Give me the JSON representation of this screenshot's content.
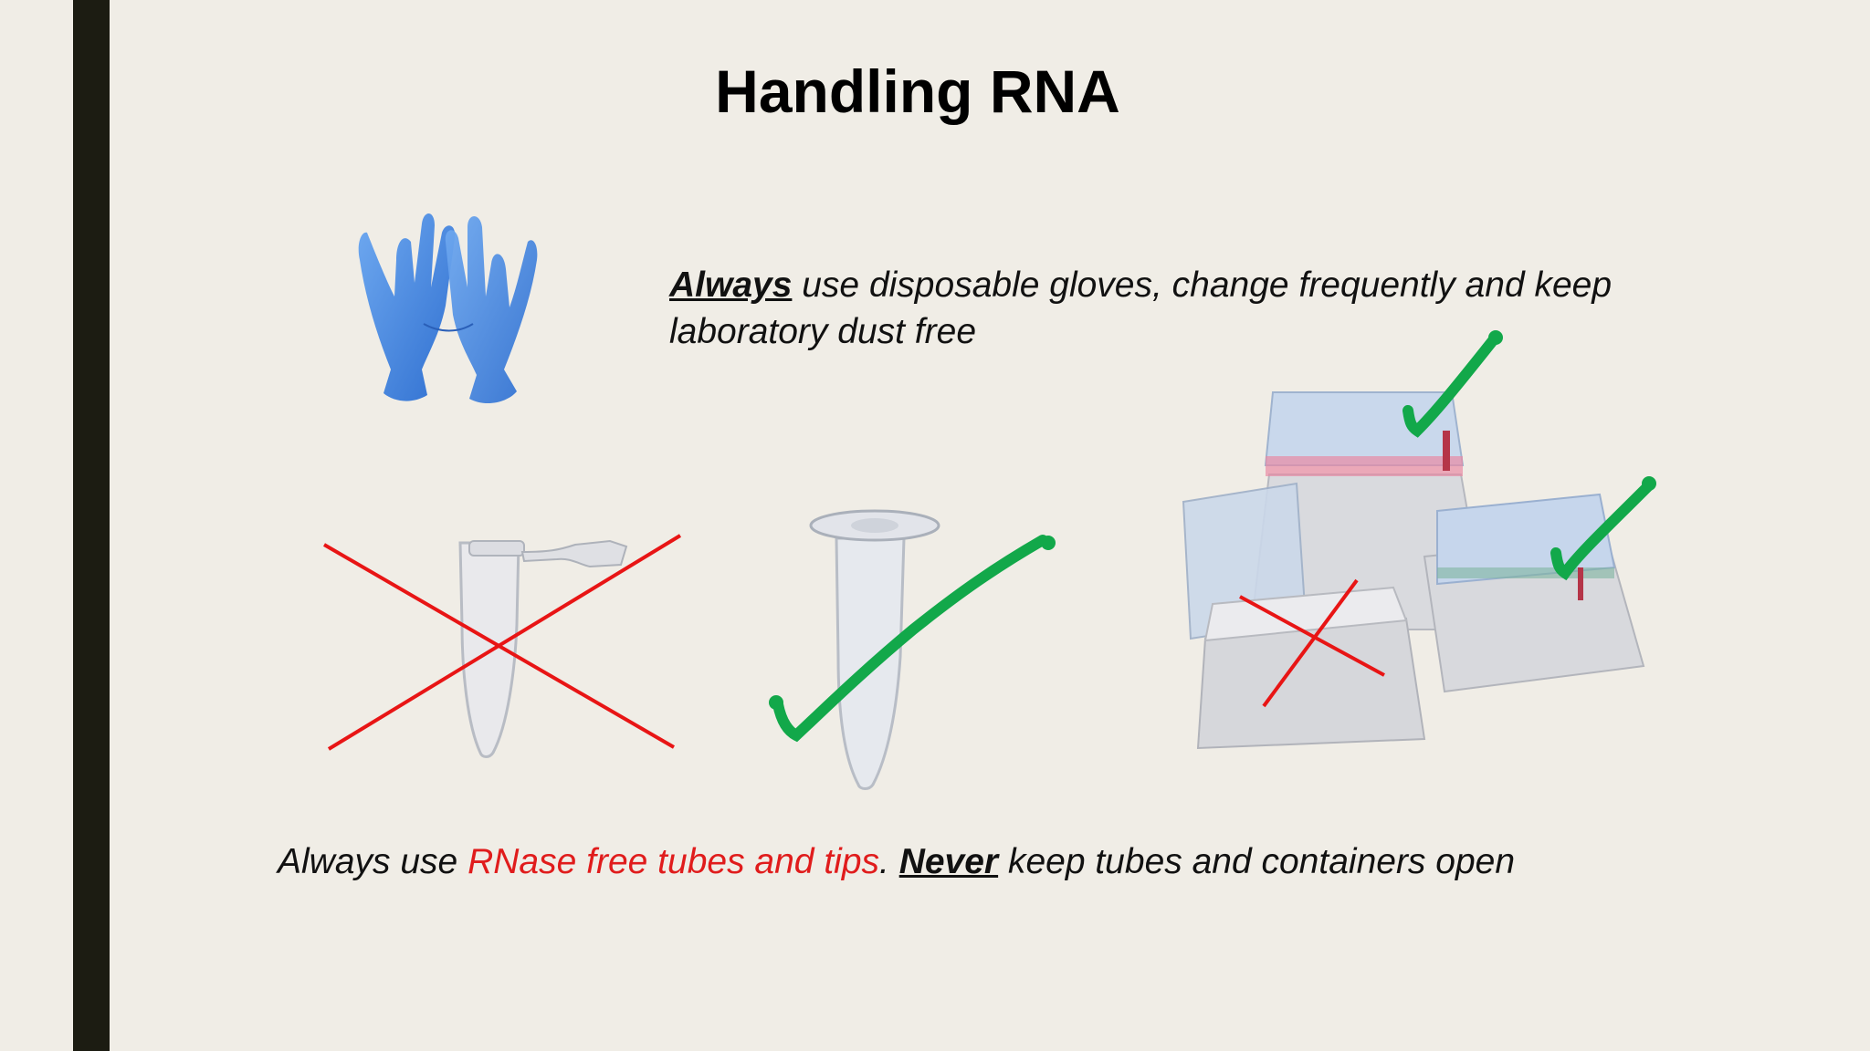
{
  "slide": {
    "title": "Handling RNA",
    "gloves_note": {
      "emphasis": "Always",
      "text": " use disposable gloves, change frequently and keep laboratory dust free"
    },
    "bottom_note": {
      "part1": "Always use ",
      "highlight": "RNase free tubes and tips",
      "part2": ". ",
      "emphasis": "Never",
      "part3": " keep tubes and containers open"
    }
  },
  "colors": {
    "background": "#f0ede6",
    "left_bar": "#1c1c12",
    "highlight_red": "#e01c1c",
    "check_green": "#12a84a",
    "cross_red": "#e81515",
    "glove_blue": "#4a8fe6"
  },
  "icons": [
    "gloves-icon",
    "open-tube-icon",
    "closed-tube-icon",
    "tip-box-icon",
    "check-mark-icon",
    "cross-mark-icon"
  ]
}
